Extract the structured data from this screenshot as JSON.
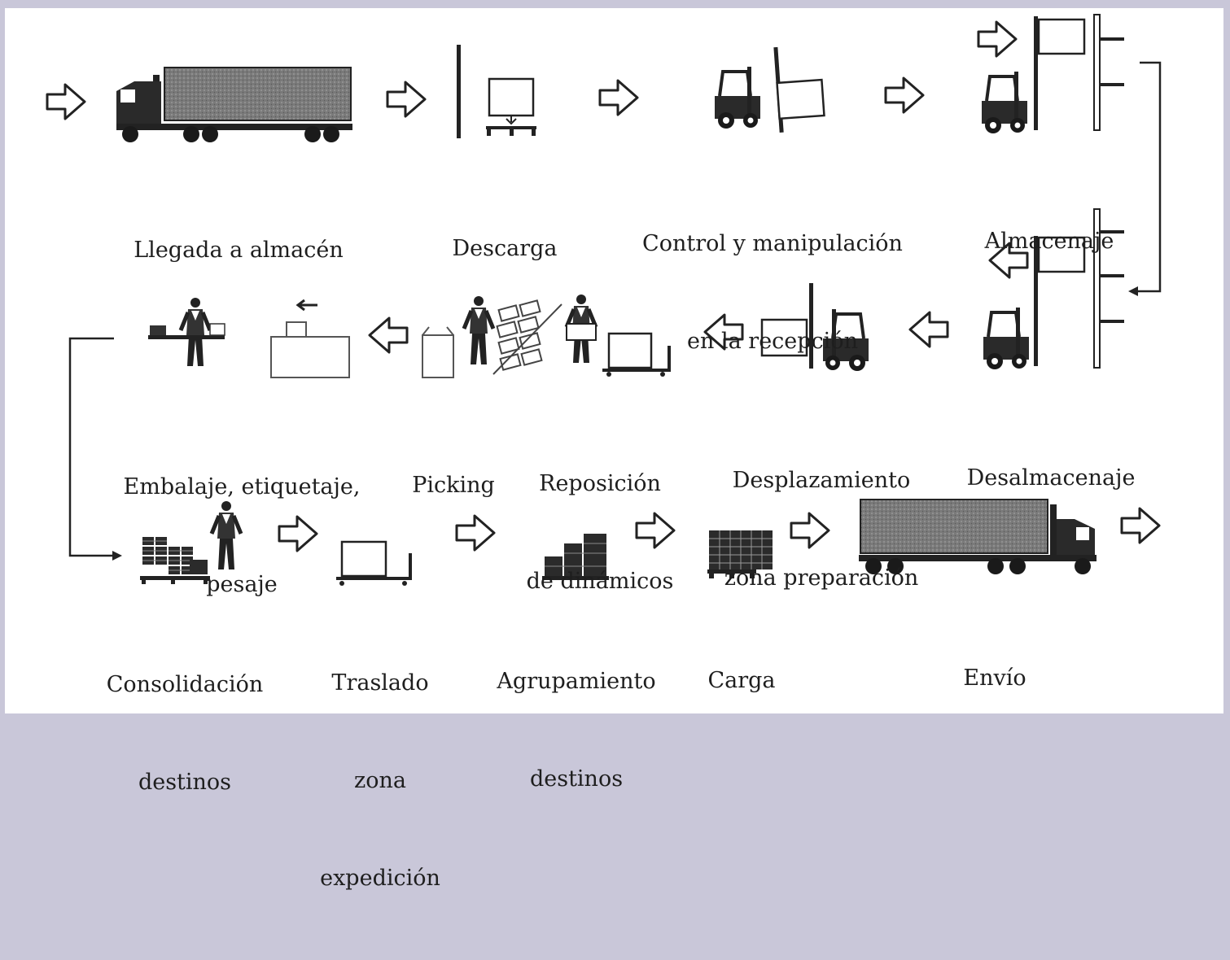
{
  "colors": {
    "background": "#c9c7d9",
    "panel": "#ffffff",
    "ink": "#1e1e1e",
    "container": "#808080"
  },
  "steps": [
    {
      "id": "llegada",
      "lines": [
        "Llegada a almacén"
      ],
      "icon": "truck-arriving-icon"
    },
    {
      "id": "descarga",
      "lines": [
        "Descarga"
      ],
      "icon": "unload-pallet-icon"
    },
    {
      "id": "control",
      "lines": [
        "Control y manipulación",
        "en la recepción"
      ],
      "icon": "forklift-icon"
    },
    {
      "id": "almacenaje",
      "lines": [
        "Almacenaje"
      ],
      "icon": "forklift-racking-icon"
    },
    {
      "id": "desalmacenaje",
      "lines": [
        "Desalmacenaje"
      ],
      "icon": "forklift-racking-icon"
    },
    {
      "id": "desplazamiento",
      "lines": [
        "Desplazamiento",
        "zona preparación"
      ],
      "icon": "forklift-icon"
    },
    {
      "id": "reposicion",
      "lines": [
        "Reposición",
        "de dinámicos"
      ],
      "icon": "worker-cart-icon"
    },
    {
      "id": "picking",
      "lines": [
        "Picking"
      ],
      "icon": "worker-boxes-icon"
    },
    {
      "id": "embalaje",
      "lines": [
        "Embalaje, etiquetaje,",
        "pesaje"
      ],
      "icon": "worker-packing-icon"
    },
    {
      "id": "consolidacion",
      "lines": [
        "Consolidación",
        "destinos"
      ],
      "icon": "worker-pallets-icon"
    },
    {
      "id": "traslado",
      "lines": [
        "Traslado",
        "zona",
        "expedición"
      ],
      "icon": "pallet-cart-icon"
    },
    {
      "id": "agrupamiento",
      "lines": [
        "Agrupamiento",
        "destinos"
      ],
      "icon": "grouped-pallets-icon"
    },
    {
      "id": "carga",
      "lines": [
        "Carga"
      ],
      "icon": "loaded-pallet-icon"
    },
    {
      "id": "envio",
      "lines": [
        "Envío"
      ],
      "icon": "truck-departing-icon"
    }
  ]
}
